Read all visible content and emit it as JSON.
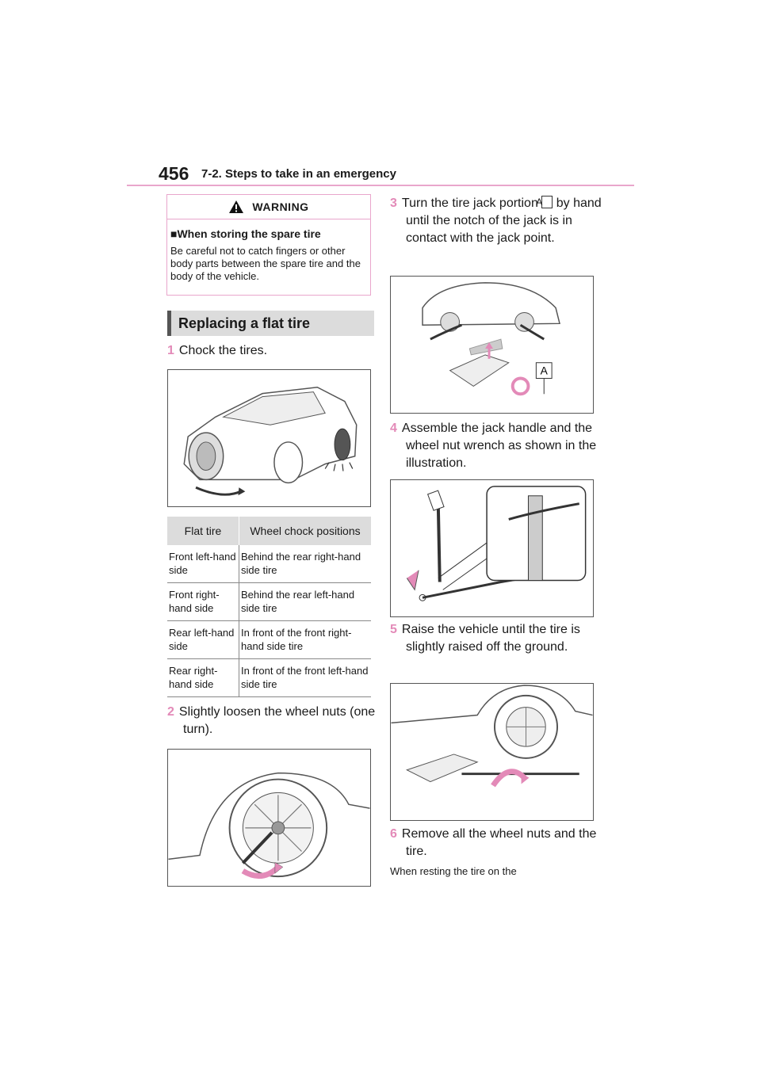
{
  "header": {
    "page_number": "456",
    "section": "7-2. Steps to take in an emergency"
  },
  "warning": {
    "title": "WARNING",
    "subtitle": "When storing the spare tire",
    "text": "Be careful not to catch fingers or other body parts between the spare tire and the body of the vehicle."
  },
  "section_heading": "Replacing a flat tire",
  "steps": [
    {
      "num": "1",
      "text": "Chock the tires."
    },
    {
      "num": "2",
      "text": "Slightly loosen the wheel nuts (one turn)."
    },
    {
      "num": "3",
      "text_before": "Turn the tire jack portion",
      "tag": "A",
      "text_after": "by hand until the notch of the jack is in contact with the jack point."
    },
    {
      "num": "4",
      "text": "Assemble the jack handle and the wheel nut wrench as shown in the illustration."
    },
    {
      "num": "5",
      "text": "Raise the vehicle until the tire is slightly raised off the ground."
    },
    {
      "num": "6",
      "text": "Remove all the wheel nuts and the tire."
    }
  ],
  "chock_table": {
    "headers": [
      "Flat tire",
      "Wheel chock positions"
    ],
    "rows": [
      [
        "Front left-hand side",
        "Behind the rear right-hand side tire"
      ],
      [
        "Front right-hand side",
        "Behind the rear left-hand side tire"
      ],
      [
        "Rear left-hand side",
        "In front of the front right-hand side tire"
      ],
      [
        "Rear right-hand side",
        "In front of the front left-hand side tire"
      ]
    ]
  },
  "figure_labels": {
    "jack_label": "A"
  },
  "trailing_text": "When resting the tire on the",
  "colors": {
    "accent_pink": "#e38ab8",
    "rule_pink": "#e9a6cc",
    "heading_gray": "#dcdcdc"
  },
  "icons": {
    "warning": "warning-triangle-icon"
  }
}
